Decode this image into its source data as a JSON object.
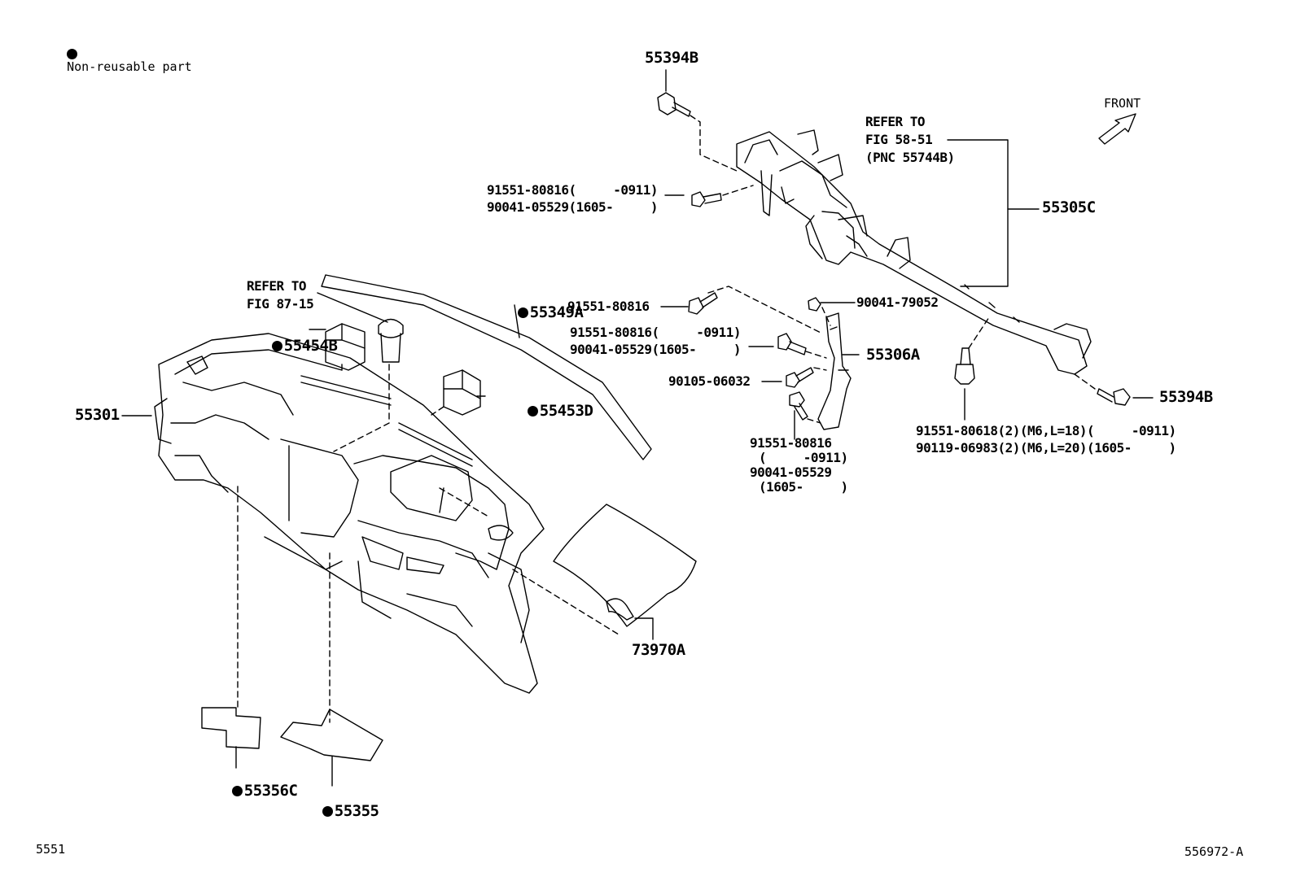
{
  "legend": {
    "text": "Non-reusable part",
    "colors": {
      "line": "#000000",
      "background": "#ffffff"
    }
  },
  "figure_code": "5551",
  "figure_id": "556972-A",
  "front_label": "FRONT",
  "parts": {
    "p55394B_top": "55394B",
    "refer_5851": {
      "line1": "REFER TO",
      "line2": "FIG 58-51",
      "line3": "(PNC 55744B)"
    },
    "p55305C": "55305C",
    "bolt_upper": {
      "line1": "91551-80816(     -0911)",
      "line2": "90041-05529(1605-     )"
    },
    "refer_8715": {
      "line1": "REFER TO",
      "line2": "FIG 87-15"
    },
    "p55349A": "55349A",
    "p55454B": "55454B",
    "p55453D": "55453D",
    "p55301": "55301",
    "bolt_91551": "91551-80816",
    "nut_90041": "90041-79052",
    "bolt_mid": {
      "line1": "91551-80816(     -0911)",
      "line2": "90041-05529(1605-     )"
    },
    "p55306A": "55306A",
    "bolt_90105": "90105-06032",
    "bolt_lower": {
      "line1": "91551-80816",
      "line2": "(     -0911)",
      "line3": "90041-05529",
      "line4": "(1605-     )"
    },
    "p55394B_right": "55394B",
    "bolt_m6": {
      "line1": "91551-80618(2)(M6,L=18)(     -0911)",
      "line2": "90119-06983(2)(M6,L=20)(1605-     )"
    },
    "p73970A": "73970A",
    "p55356C": "55356C",
    "p55355": "55355"
  }
}
